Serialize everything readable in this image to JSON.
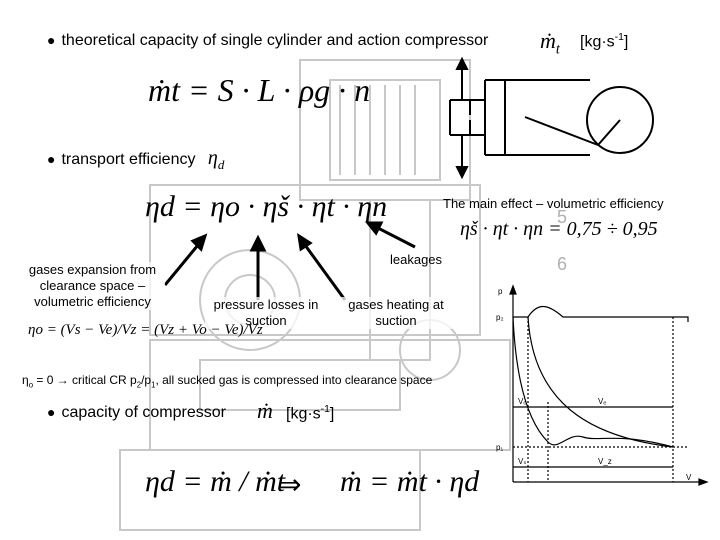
{
  "bullets": {
    "b1_text": "theoretical capacity of single cylinder and action compressor",
    "b1_unit": "[kg·s",
    "b1_unit_exp": "-1",
    "b1_unit_close": "]",
    "b2_text": "transport efficiency",
    "b2_symbol": "η",
    "b2_sub": "d",
    "b3_text": "capacity of compressor",
    "b3_unit": "[kg·s",
    "b3_unit_exp": "-1",
    "b3_unit_close": "]"
  },
  "formulas": {
    "f1": "ṁt = S · L · ρg · n",
    "f2": "ηd = ηo · ηš · ηt · ηn",
    "f3": "ηš · ηt · ηn = 0,75 ÷ 0,95",
    "f4": "ηo = (Vs − Ve)/Vz = (Vz + Vo − Ve)/Vz",
    "f5_left": "ηd = ṁ / ṁt",
    "f5_arrow": "⇒",
    "f5_right": "ṁ = ṁt · ηd"
  },
  "annotations": {
    "main_effect": "The main effect – volumetric efficiency",
    "leakages": "leakages",
    "gases_expansion": "gases expansion from clearance space – volumetric efficiency",
    "pressure_losses": "pressure losses in suction",
    "gases_heating": "gases heating at suction",
    "critical_prefix": "η",
    "critical_sub": "o",
    "critical_text": " = 0 → critical CR p",
    "critical_p2": "2",
    "critical_mid": "/p",
    "critical_p1": "1",
    "critical_rest": ", all sucked gas is compressed into clearance space"
  },
  "pv_diagram": {
    "p_label": "p",
    "p2_label": "p₂",
    "p1_label": "p₁",
    "v_label": "V",
    "vo_label": "Vₒ",
    "ve_label": "Vₑ",
    "vs_label": "Vₛ",
    "vz_label": "V_z"
  },
  "watermark_numbers": [
    "5",
    "6"
  ]
}
